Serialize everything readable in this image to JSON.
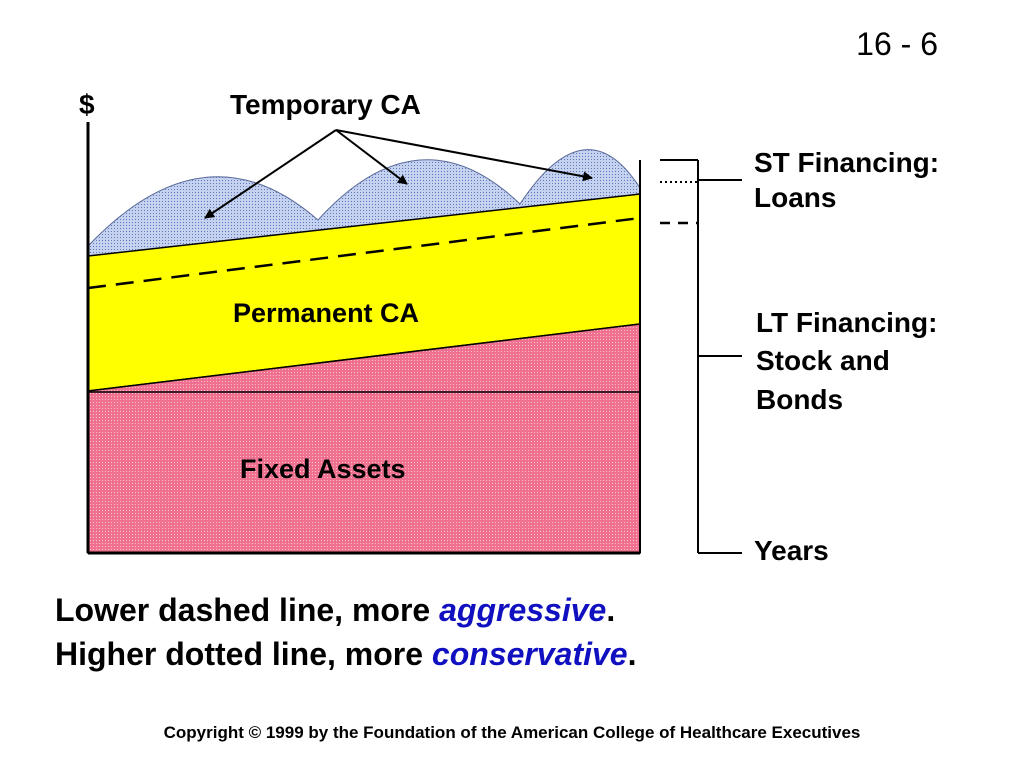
{
  "slide_number": "16 - 6",
  "diagram": {
    "y_axis_label": "$",
    "x_axis_label": "Years",
    "temporary_ca_label": "Temporary CA",
    "permanent_ca_label": "Permanent CA",
    "fixed_assets_label": "Fixed Assets",
    "st_financing_line1": "ST Financing:",
    "st_financing_line2": "Loans",
    "lt_financing_line1": "LT Financing:",
    "lt_financing_line2": "Stock and",
    "lt_financing_line3": "Bonds",
    "colors": {
      "fixed_assets": "#f07090",
      "permanent_ca": "#ffff00",
      "temporary_ca": "#b8c8ec"
    }
  },
  "caption": {
    "line1_prefix": "Lower dashed line, more ",
    "line1_emphasis": "aggressive",
    "line1_suffix": ".",
    "line2_prefix": "Higher dotted line, more ",
    "line2_emphasis": "conservative",
    "line2_suffix": "."
  },
  "copyright": "Copyright © 1999 by the Foundation of the American College of Healthcare Executives"
}
